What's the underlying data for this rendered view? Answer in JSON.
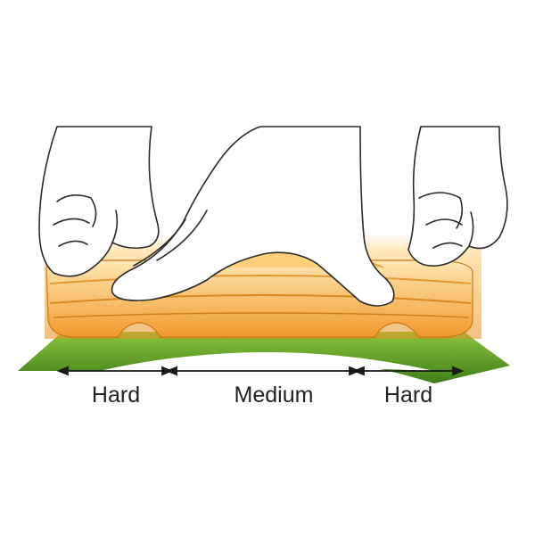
{
  "zones": {
    "left": "Hard",
    "middle": "Medium",
    "right": "Hard"
  },
  "colors": {
    "ground_green": "#4f8f1f",
    "ground_green_light": "#8cc63f",
    "pad_orange": "#f0a83a",
    "pad_yellow": "#ffd27a",
    "outline": "#2a2a2a"
  }
}
